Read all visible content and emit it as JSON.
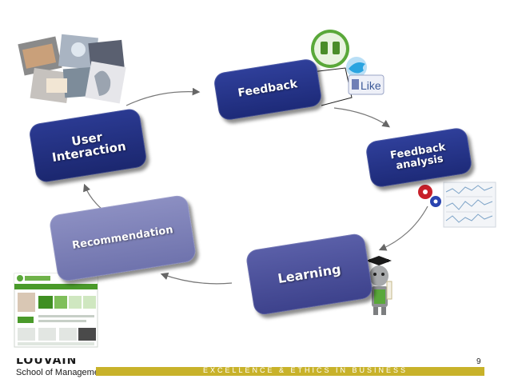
{
  "diagram": {
    "feedback_label": "Feedback",
    "user_interaction_line1": "User",
    "user_interaction_line2": "Interaction",
    "feedback_analysis_line1": "Feedback",
    "feedback_analysis_line2": "analysis",
    "recommendation_label": "Recommendation",
    "learning_label": "Learning"
  },
  "social": {
    "like_label": "Like"
  },
  "footer": {
    "brand": "LOUVAIN",
    "subtitle": "School of Management",
    "tagline": "EXCELLENCE & ETHICS IN BUSINESS",
    "page_number": "9"
  },
  "colors": {
    "box_dark": "#1d2a78",
    "box_light": "#7b7fb6",
    "footer_bar": "#c8b22a"
  }
}
